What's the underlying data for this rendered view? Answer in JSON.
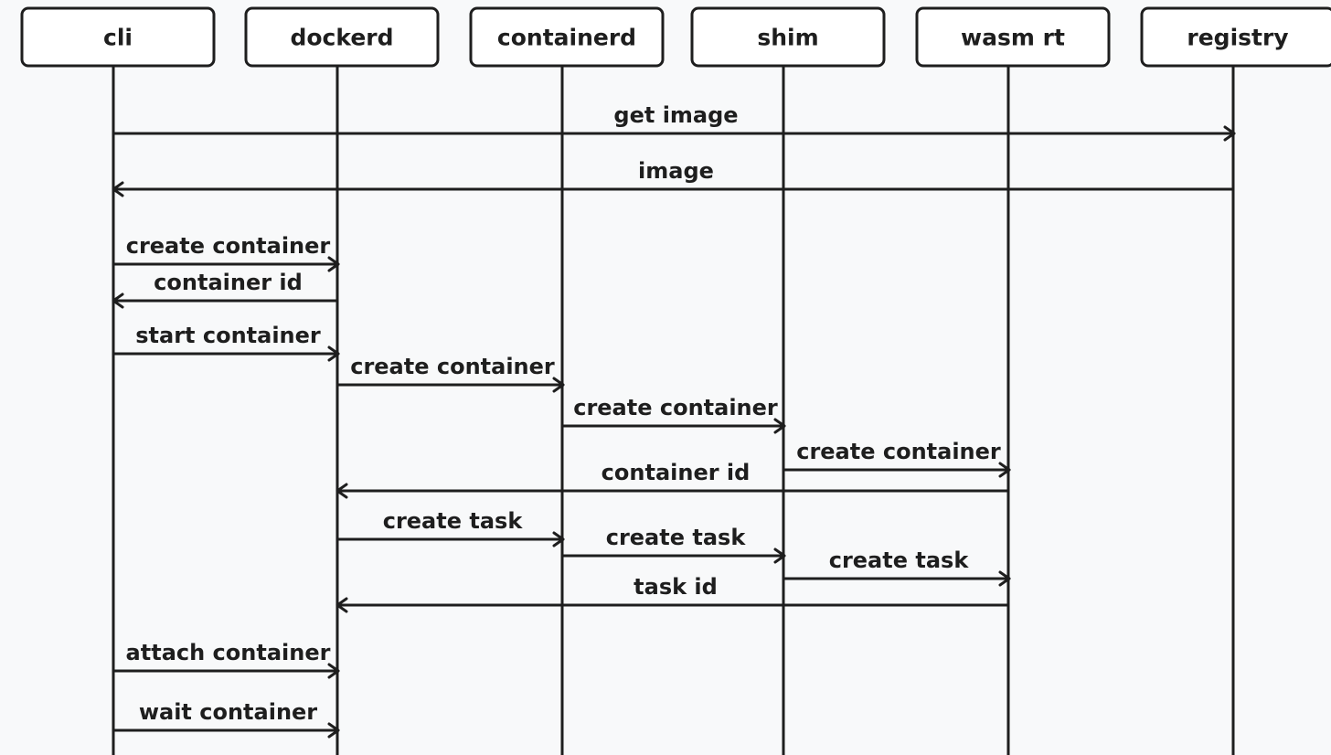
{
  "diagram": {
    "participants": [
      {
        "id": "cli",
        "label": "cli"
      },
      {
        "id": "dockerd",
        "label": "dockerd"
      },
      {
        "id": "containerd",
        "label": "containerd"
      },
      {
        "id": "shim",
        "label": "shim"
      },
      {
        "id": "wasm_rt",
        "label": "wasm rt"
      },
      {
        "id": "registry",
        "label": "registry"
      }
    ],
    "messages": [
      {
        "from": "cli",
        "to": "registry",
        "label": "get image"
      },
      {
        "from": "registry",
        "to": "cli",
        "label": "image"
      },
      {
        "from": "cli",
        "to": "dockerd",
        "label": "create container"
      },
      {
        "from": "dockerd",
        "to": "cli",
        "label": "container id"
      },
      {
        "from": "cli",
        "to": "dockerd",
        "label": "start container"
      },
      {
        "from": "dockerd",
        "to": "containerd",
        "label": "create container"
      },
      {
        "from": "containerd",
        "to": "shim",
        "label": "create container"
      },
      {
        "from": "shim",
        "to": "wasm_rt",
        "label": "create container"
      },
      {
        "from": "wasm_rt",
        "to": "dockerd",
        "label": "container id"
      },
      {
        "from": "dockerd",
        "to": "containerd",
        "label": "create task"
      },
      {
        "from": "containerd",
        "to": "shim",
        "label": "create task"
      },
      {
        "from": "shim",
        "to": "wasm_rt",
        "label": "create task"
      },
      {
        "from": "wasm_rt",
        "to": "dockerd",
        "label": "task id"
      },
      {
        "from": "cli",
        "to": "dockerd",
        "label": "attach container"
      },
      {
        "from": "cli",
        "to": "dockerd",
        "label": "wait container"
      }
    ]
  }
}
